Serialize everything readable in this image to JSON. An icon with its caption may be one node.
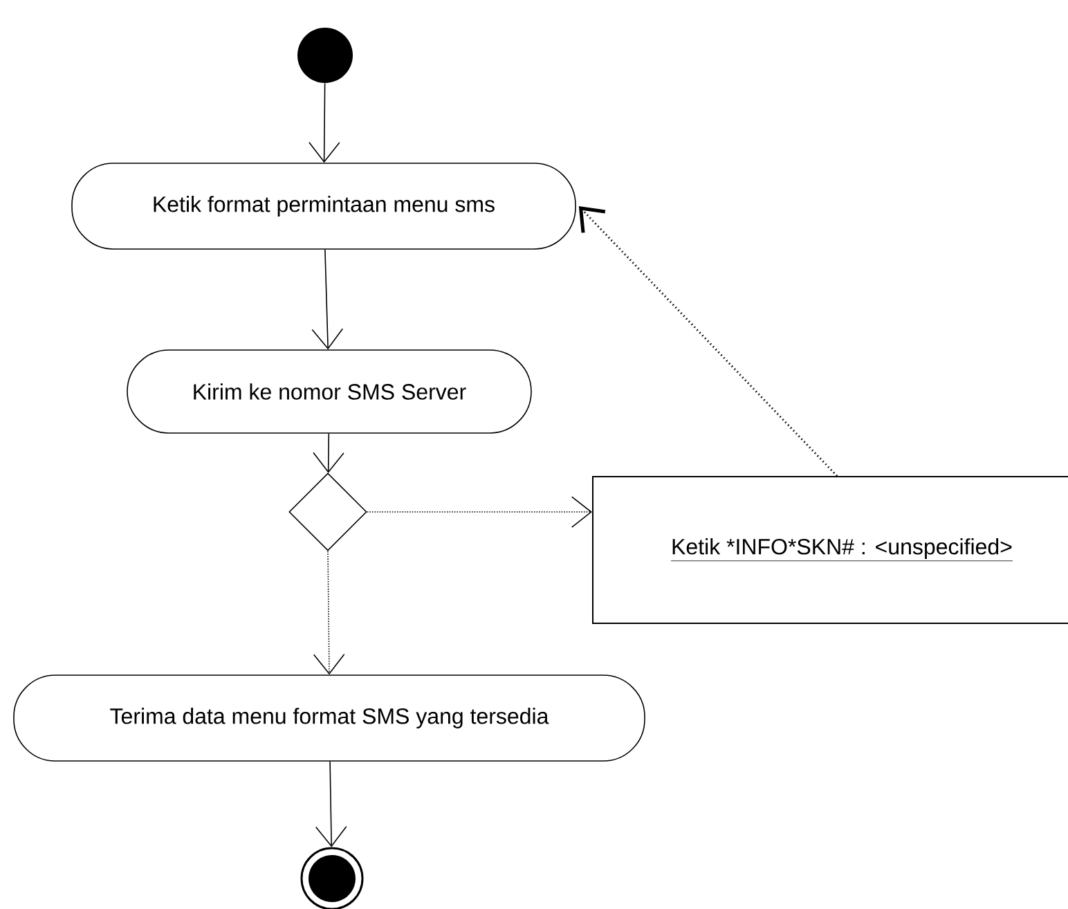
{
  "diagram": {
    "nodes": [
      {
        "text": [],
        "shape": "circle"
      },
      {
        "text": [
          "Ketik format permintaan menu sms"
        ]
      },
      {
        "text": [
          "Kirim ke nomor SMS Server"
        ]
      },
      {
        "text": [],
        "shape": "diamond"
      },
      {
        "text": [
          "Ketik *INFO*SKN# : <unspecified>"
        ]
      },
      {
        "text": [
          "Terima data menu format SMS yang tersedia"
        ]
      },
      {
        "text": [],
        "shape": "circle"
      }
    ],
    "edges": [
      {
        "from": 0,
        "to": 1,
        "arrow": "to"
      },
      {
        "from": 1,
        "to": 2,
        "arrow": "to"
      },
      {
        "from": 2,
        "to": 3,
        "arrow": "to"
      },
      {
        "from": 3,
        "to": 4,
        "arrow": "to",
        "style": "dashed"
      },
      {
        "from": 3,
        "to": 5,
        "arrow": "to",
        "style": "dashed"
      },
      {
        "from": 4,
        "to": 1,
        "arrow": "to",
        "style": "dashed"
      },
      {
        "from": 5,
        "to": 6,
        "arrow": "to"
      }
    ]
  }
}
